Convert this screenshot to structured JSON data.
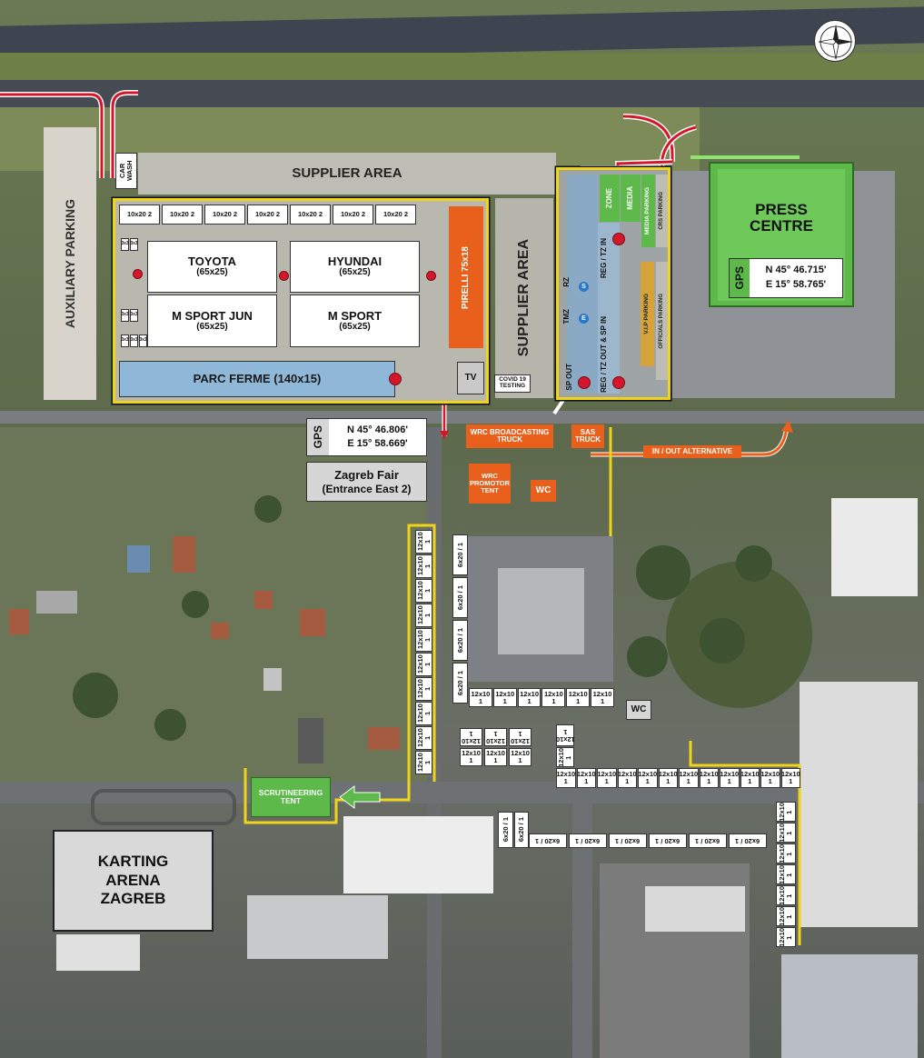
{
  "colors": {
    "orange": "#e8601c",
    "green": "#5cb94a",
    "yellow_border": "#f0d41a",
    "route_red": "#d3162a",
    "parc_ferme_blue": "#8fb8d8"
  },
  "icons": {
    "compass": "compass-rose-icon",
    "arrow": "green-arrow-left-icon",
    "marker": "red-dot-marker-icon"
  },
  "labels": {
    "auxiliary_parking": "AUXILIARY PARKING",
    "car_wash": "CAR WASH",
    "supplier_area_top": "SUPPLIER AREA",
    "supplier_area_side": "SUPPLIER AREA",
    "toyota": "TOYOTA",
    "toyota_size": "(65x25)",
    "hyundai": "HYUNDAI",
    "hyundai_size": "(65x25)",
    "msport_jun": "M SPORT JUN",
    "msport_jun_size": "(65x25)",
    "msport": "M SPORT",
    "msport_size": "(65x25)",
    "pirelli": "PIRELLI",
    "pirelli_size": "75x18",
    "parc_ferme": "PARC FERME (140x15)",
    "tv": "TV",
    "covid": "COVID 19 TESTING",
    "press_centre": "PRESS CENTRE",
    "gps": "GPS",
    "press_gps_n": "N 45° 46.715'",
    "press_gps_e": "E 15° 58.765'",
    "main_gps_n": "N 45° 46.806'",
    "main_gps_e": "E 15° 58.669'",
    "zagreb_fair": "Zagreb Fair",
    "zagreb_fair_sub": "(Entrance East 2)",
    "wrc_broadcasting": "WRC BROADCASTING TRUCK",
    "sas_truck": "SAS TRUCK",
    "in_out": "IN / OUT ALTERNATIVE",
    "wrc_promotor": "WRC PROMOTOR TENT",
    "wc_top": "WC",
    "wc_mid": "WC",
    "scrutineering": "SCRUTINEERING TENT",
    "karting": "KARTING ARENA ZAGREB",
    "media": "MEDIA",
    "zone": "ZONE",
    "media_parking": "MEDIA PARKING",
    "crs_parking": "CRS PARKING",
    "vip_parking": "V.I.P PARKING",
    "officials_parking": "OFFICIALS PARKING",
    "rz": "RZ",
    "tmz": "TMZ",
    "sp_out": "SP OUT",
    "reg_tz_in": "REG / TZ IN",
    "reg_tz_out": "REG / TZ OUT & SP IN",
    "s_marker": "S",
    "e_marker": "E"
  },
  "stalls": {
    "top_row": [
      "10x20 2",
      "10x20 2",
      "10x20 2",
      "10x20 2",
      "10x20 2",
      "10x20 2",
      "10x20 2"
    ],
    "left_small": [
      "3x3",
      "3x3",
      "3x3",
      "3x3",
      "3x3",
      "3x3",
      "3x3"
    ],
    "vertical_12x10": [
      "12x10 1",
      "12x10 1",
      "12x10 1",
      "12x10 1",
      "12x10 1",
      "12x10 1",
      "12x10 1",
      "12x10 1",
      "12x10 1",
      "12x10 1"
    ],
    "vertical_6x20": [
      "6x20 / 1",
      "6x20 / 1",
      "6x20 / 1",
      "6x20 / 1"
    ],
    "row_under_building": [
      "12x10 1",
      "12x10 1",
      "12x10 1",
      "12x10 1",
      "12x10 1",
      "12x10 1"
    ],
    "group_small": [
      "12x10 1",
      "12x10 1",
      "12x10 1"
    ],
    "group_small_rot": [
      "12x10 1",
      "12x10 1",
      "12x10 1"
    ],
    "single_mid": [
      "12x10 1",
      "12x10 1"
    ],
    "long_row": [
      "12x10 1",
      "12x10 1",
      "12x10 1",
      "12x10 1",
      "12x10 1",
      "12x10 1",
      "12x10 1",
      "12x10 1",
      "12x10 1",
      "12x10 1",
      "12x10 1",
      "12x10 1"
    ],
    "row_6x20": [
      "6x20 / 1",
      "6x20 / 1",
      "6x20 / 1",
      "6x20 / 1",
      "6x20 / 1",
      "6x20 / 1"
    ],
    "row_6x20_extra": [
      "6x20 / 1",
      "6x20 / 1"
    ],
    "right_vertical": [
      "12x10 1",
      "12x10 1",
      "12x10 1",
      "12x10 1",
      "12x10 1",
      "12x10 1",
      "12x10 1"
    ]
  }
}
